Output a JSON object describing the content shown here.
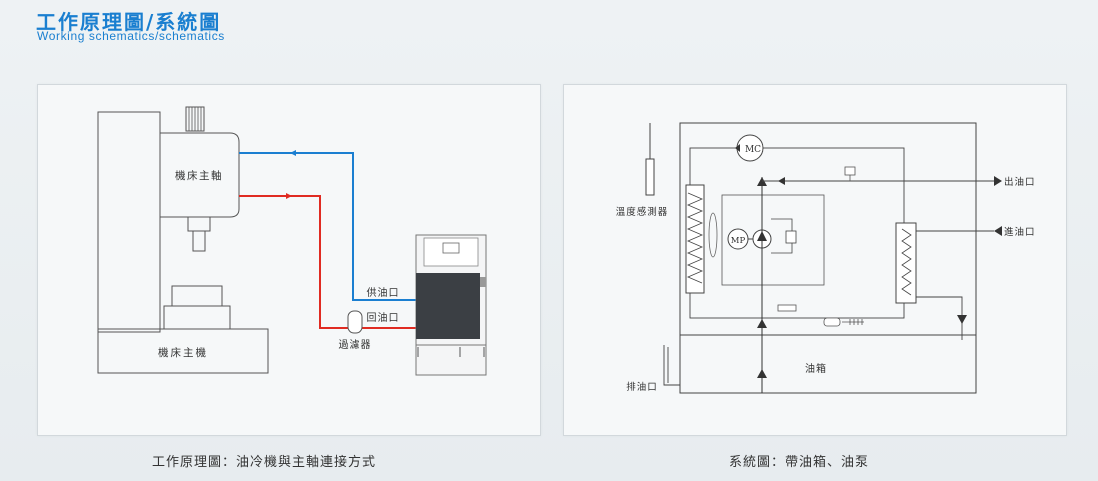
{
  "header": {
    "title_zh": "工作原理圖/系統圖",
    "title_en": "Working schematics/schematics"
  },
  "left_diagram": {
    "spindle_label": "機床主軸",
    "machine_label": "機床主機",
    "supply_label": "供油口",
    "return_label": "回油口",
    "filter_label": "過濾器",
    "supply_line_color": "#1b7fd1",
    "return_line_color": "#e02b22",
    "caption": "工作原理圖：油冷機與主軸連接方式"
  },
  "right_diagram": {
    "temp_sensor_label": "溫度感測器",
    "outlet_label": "出油口",
    "inlet_label": "進油口",
    "tank_label": "油箱",
    "drain_label": "排油口",
    "motor_compressor_label": "MC",
    "motor_pump_label": "MP",
    "caption": "系統圖：帶油箱、油泵"
  }
}
